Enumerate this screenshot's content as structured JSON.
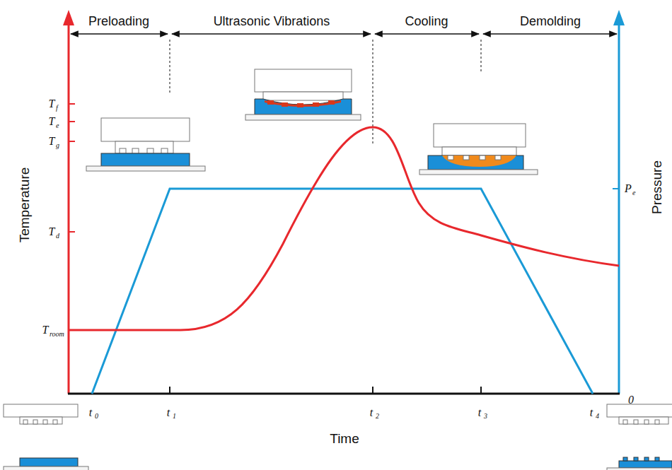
{
  "diagram": {
    "labels": [
      "Preloading",
      "Ultrasonic Vibrations",
      "Cooling",
      "Demolding",
      "T",
      "f",
      "T",
      "e",
      "T",
      "g",
      "T",
      "d",
      "T",
      "room",
      "Temperature",
      "P",
      "e",
      "Pressure",
      "0",
      "t",
      "0",
      "t",
      "1",
      "t",
      "2",
      "t",
      "3",
      "t",
      "4",
      "Time"
    ]
  }
}
